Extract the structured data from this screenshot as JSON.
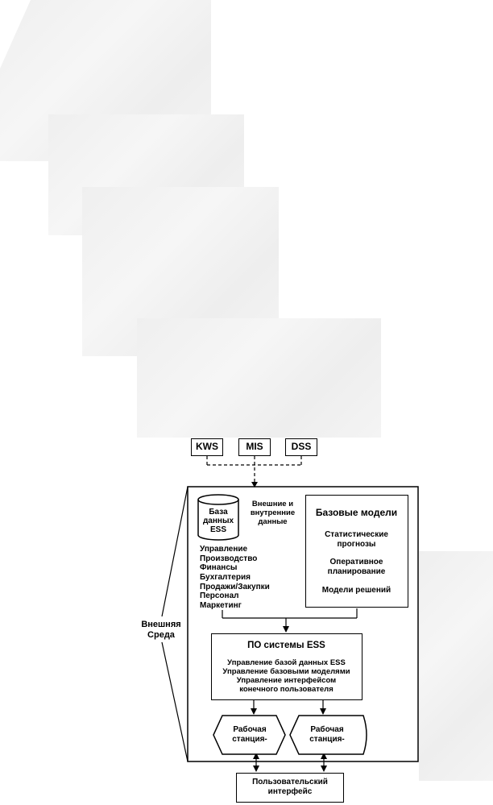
{
  "systems": [
    "KWS",
    "MIS",
    "DSS"
  ],
  "external_env_label": "Внешняя\nСреда",
  "database": {
    "label": "База\nданных\nESS",
    "sources_label": "Внешние и\nвнутренние\nданные",
    "departments": "Управление\nПроизводство\nФинансы\nБухгалтерия\nПродажи/Закупки\nПерсонал\nМаркетинг"
  },
  "base_models": {
    "title": "Базовые модели",
    "items": [
      "Статистические\nпрогнозы",
      "Оперативное\nпланирование",
      "Модели решений"
    ]
  },
  "software": {
    "title": "ПО системы ESS",
    "functions": "Управление базой данных ESS\nУправление базовыми моделями\nУправление интерфейсом\nконечного пользователя"
  },
  "workstations": [
    "Рабочая\nстанция-",
    "Рабочая\nстанция-"
  ],
  "user_interface": "Пользовательский\nинтерфейс"
}
